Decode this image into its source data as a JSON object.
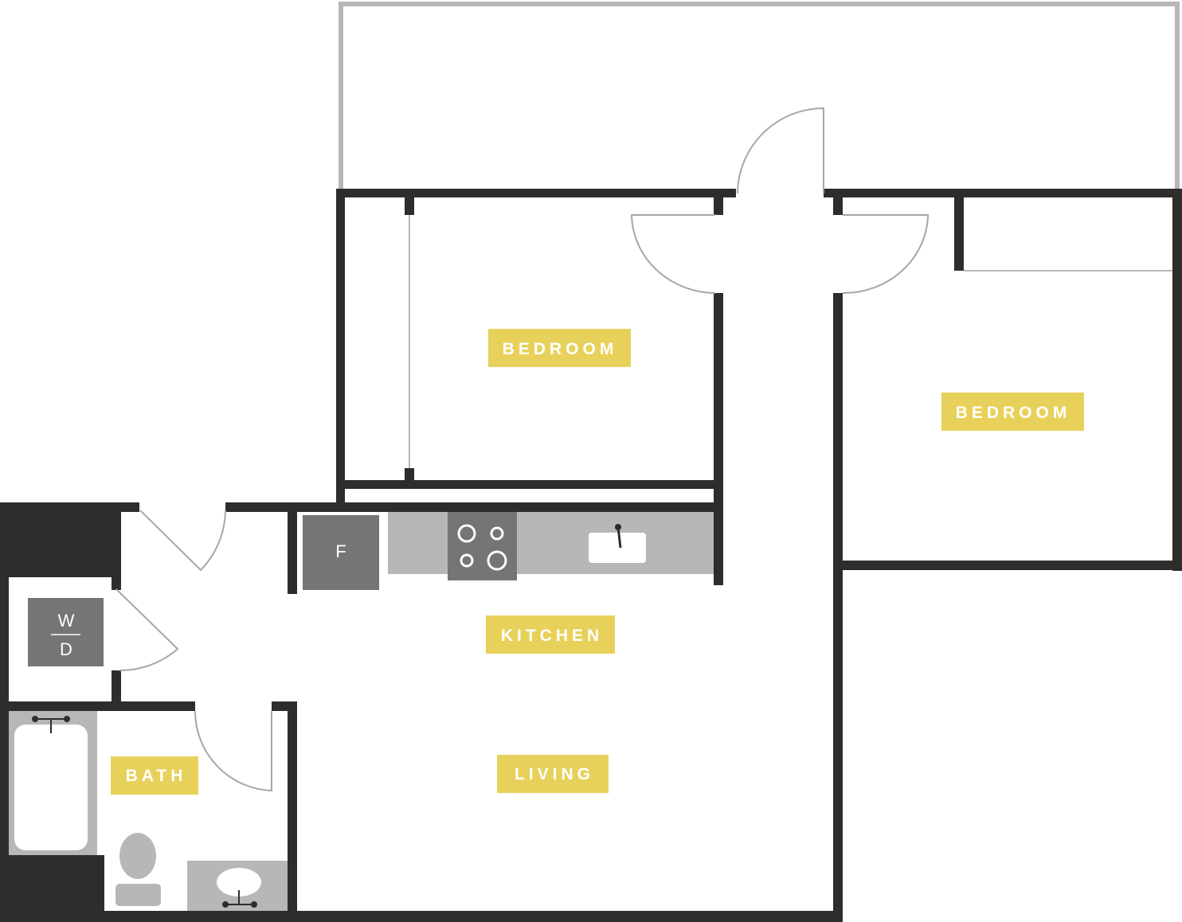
{
  "floor_plan": {
    "rooms": {
      "bedroom_1": "BEDROOM",
      "bedroom_2": "BEDROOM",
      "kitchen": "KITCHEN",
      "living": "LIVING",
      "bath": "BATH"
    },
    "fixtures": {
      "fridge": "F",
      "washer": "W",
      "dryer": "D"
    },
    "colors": {
      "wall": "#2d2d2b",
      "balcony": "#b9b6b6",
      "counter": "#b9b6b6",
      "appliance": "#767474",
      "label_bg": "#e8d15b",
      "label_text": "#ffffff"
    }
  }
}
